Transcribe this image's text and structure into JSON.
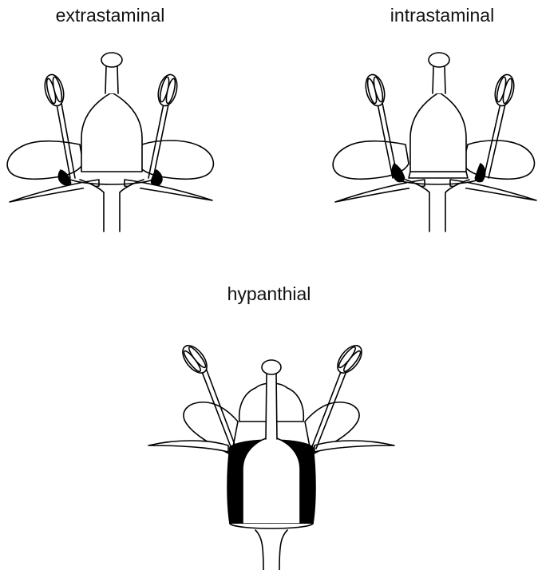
{
  "diagram": {
    "panels": [
      {
        "label": "extrastaminal"
      },
      {
        "label": "intrastaminal"
      },
      {
        "label": "hypanthial"
      }
    ],
    "colors": {
      "stroke": "#000000",
      "fill": "#ffffff",
      "nectary": "#000000"
    }
  }
}
